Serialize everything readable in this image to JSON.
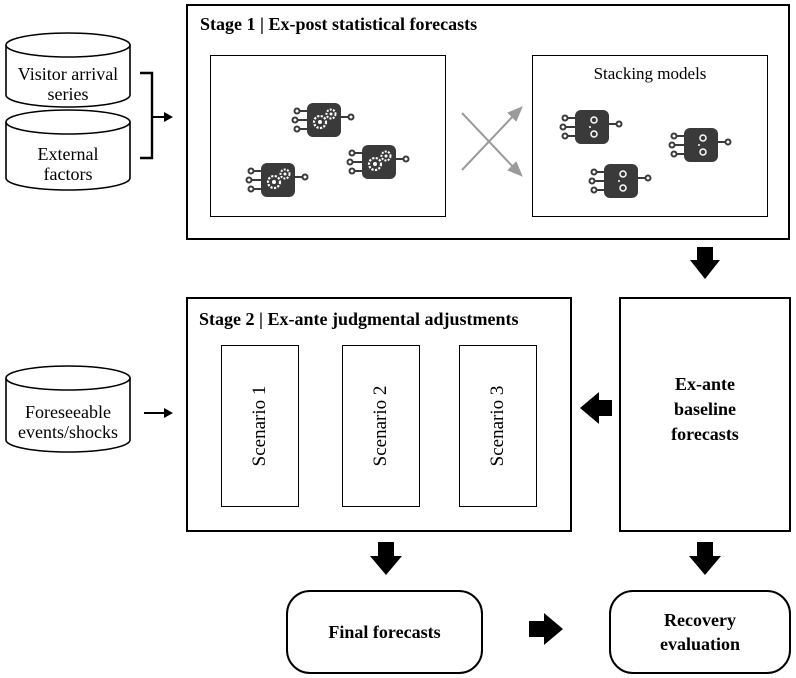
{
  "inputs": {
    "visitor_arrival": "Visitor arrival series",
    "visitor_arrival_line1": "Visitor arrival",
    "visitor_arrival_line2": "series",
    "external_factors_line1": "External",
    "external_factors_line2": "factors",
    "foreseeable_line1": "Foreseeable",
    "foreseeable_line2": "events/shocks"
  },
  "stage1": {
    "title": "Stage 1 | Ex-post statistical forecasts",
    "stacking_label": "Stacking models"
  },
  "stage2": {
    "title": "Stage 2 | Ex-ante judgmental adjustments",
    "scenarios": [
      "Scenario 1",
      "Scenario 2",
      "Scenario 3"
    ]
  },
  "baseline": {
    "line1": "Ex-ante",
    "line2": "baseline",
    "line3": "forecasts"
  },
  "outputs": {
    "final": "Final forecasts",
    "recovery_line1": "Recovery",
    "recovery_line2": "evaluation"
  },
  "colors": {
    "stroke": "#000000",
    "chip": "#3a3a3a",
    "cross_arrow": "#9a9a9a"
  },
  "icons": [
    "gear-chip-icon",
    "model-chip-icon",
    "cylinder-database-icon",
    "block-arrow-icon",
    "crossing-arrows-icon"
  ]
}
